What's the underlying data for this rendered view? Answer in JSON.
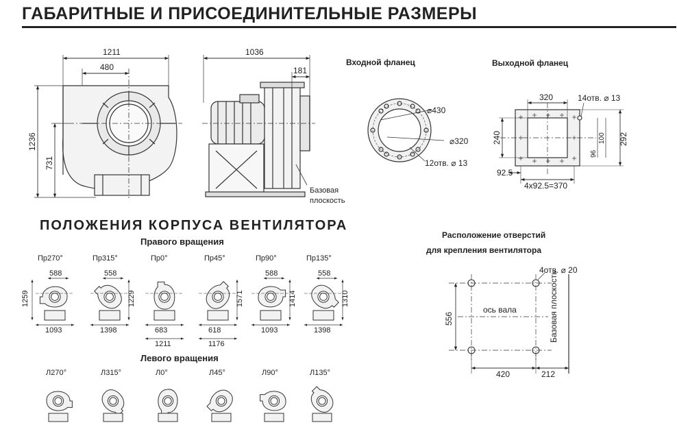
{
  "header": {
    "title": "ГАБАРИТНЫЕ И ПРИСОЕДИНИТЕЛЬНЫЕ РАЗМЕРЫ"
  },
  "front_view": {
    "dims": {
      "width": "1211",
      "inlet_offset": "480",
      "height": "1236",
      "axis_height": "731"
    }
  },
  "side_view": {
    "dims": {
      "length": "1036",
      "flange": "181"
    },
    "base_plane_line1": "Базовая",
    "base_plane_line2": "плоскость"
  },
  "inlet_flange": {
    "title": "Входной фланец",
    "d_outer": "⌀430",
    "d_inner": "⌀320",
    "holes": "12отв. ⌀ 13"
  },
  "outlet_flange": {
    "title": "Выходной фланец",
    "width": "320",
    "holes": "14отв. ⌀ 13",
    "height": "240",
    "outer_height": "292",
    "dim_96": "96",
    "dim_100": "100",
    "dim_925": "92.5",
    "pitch": "4x92.5=370"
  },
  "positions": {
    "title": "ПОЛОЖЕНИЯ  КОРПУСА  ВЕНТИЛЯТОРА",
    "right_title": "Правого вращения",
    "left_title": "Левого вращения",
    "right": [
      {
        "label": "Пр270°",
        "top": "588",
        "side": "1259",
        "bottom": "1093",
        "bottom2": ""
      },
      {
        "label": "Пр315°",
        "top": "558",
        "side": "1229",
        "bottom": "1398",
        "bottom2": ""
      },
      {
        "label": "Пр0°",
        "top": "",
        "side": "",
        "bottom": "683",
        "bottom2": "1211"
      },
      {
        "label": "Пр45°",
        "top": "",
        "side": "1571",
        "bottom": "618",
        "bottom2": "1176"
      },
      {
        "label": "Пр90°",
        "top": "588",
        "side": "1414",
        "bottom": "1093",
        "bottom2": ""
      },
      {
        "label": "Пр135°",
        "top": "558",
        "side": "1310",
        "bottom": "1398",
        "bottom2": ""
      }
    ],
    "left": [
      {
        "label": "Л270°"
      },
      {
        "label": "Л315°"
      },
      {
        "label": "Л0°"
      },
      {
        "label": "Л45°"
      },
      {
        "label": "Л90°"
      },
      {
        "label": "Л135°"
      }
    ]
  },
  "mounting": {
    "title_line1": "Расположение отверстий",
    "title_line2": "для крепления вентилятора",
    "holes": "4отв. ⌀ 20",
    "axis_label": "ось вала",
    "base_plane": "Базовая плоскость",
    "dim_556": "556",
    "dim_420": "420",
    "dim_212": "212"
  }
}
